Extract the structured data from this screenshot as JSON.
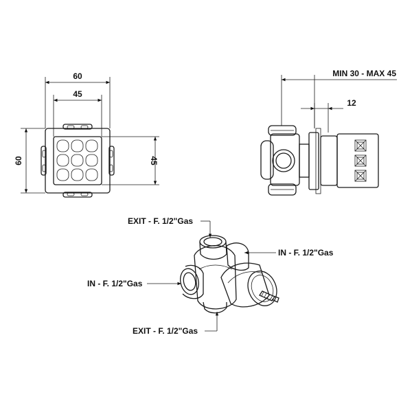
{
  "dimensions": {
    "front_outer_width": "60",
    "front_inner_width": "45",
    "front_outer_height": "60",
    "front_inner_height": "45",
    "side_range": "MIN 30 - MAX 45",
    "side_offset": "12"
  },
  "connections": {
    "exit_top": "EXIT - F. 1/2\"Gas",
    "in_right": "IN - F. 1/2\"Gas",
    "in_left": "IN - F. 1/2\"Gas",
    "exit_bottom": "EXIT - F. 1/2\"Gas"
  }
}
